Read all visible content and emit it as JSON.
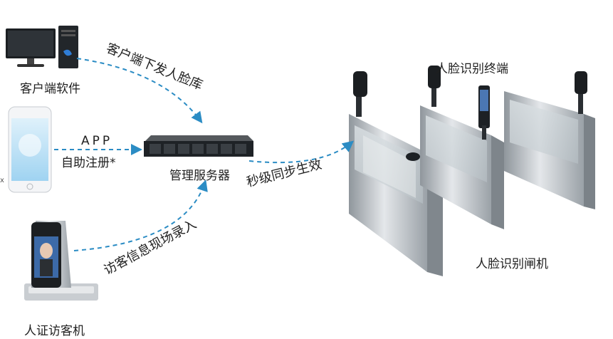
{
  "nodes": {
    "client_software": "客户端软件",
    "management_server": "管理服务器",
    "face_terminal": "人脸识别终端",
    "face_gate": "人脸识别闸机",
    "id_visitor_machine": "人证访客机"
  },
  "edges": {
    "client_to_server": "客户端下发人脸库",
    "app_line1": "APP",
    "app_line2": "自助注册*",
    "visitor_to_server": "访客信息现场录入",
    "server_to_gate": "秒级同步生效"
  },
  "colors": {
    "arrow": "#2b8cc4",
    "steel": "#b8bec4",
    "glass": "#cfd6da",
    "dark": "#1e2226"
  },
  "icons": [
    "desktop-computer-icon",
    "smartphone-icon",
    "rack-server-icon",
    "visitor-kiosk-icon",
    "turnstile-gate-icon",
    "face-terminal-icon"
  ],
  "stray_glyph": "x"
}
